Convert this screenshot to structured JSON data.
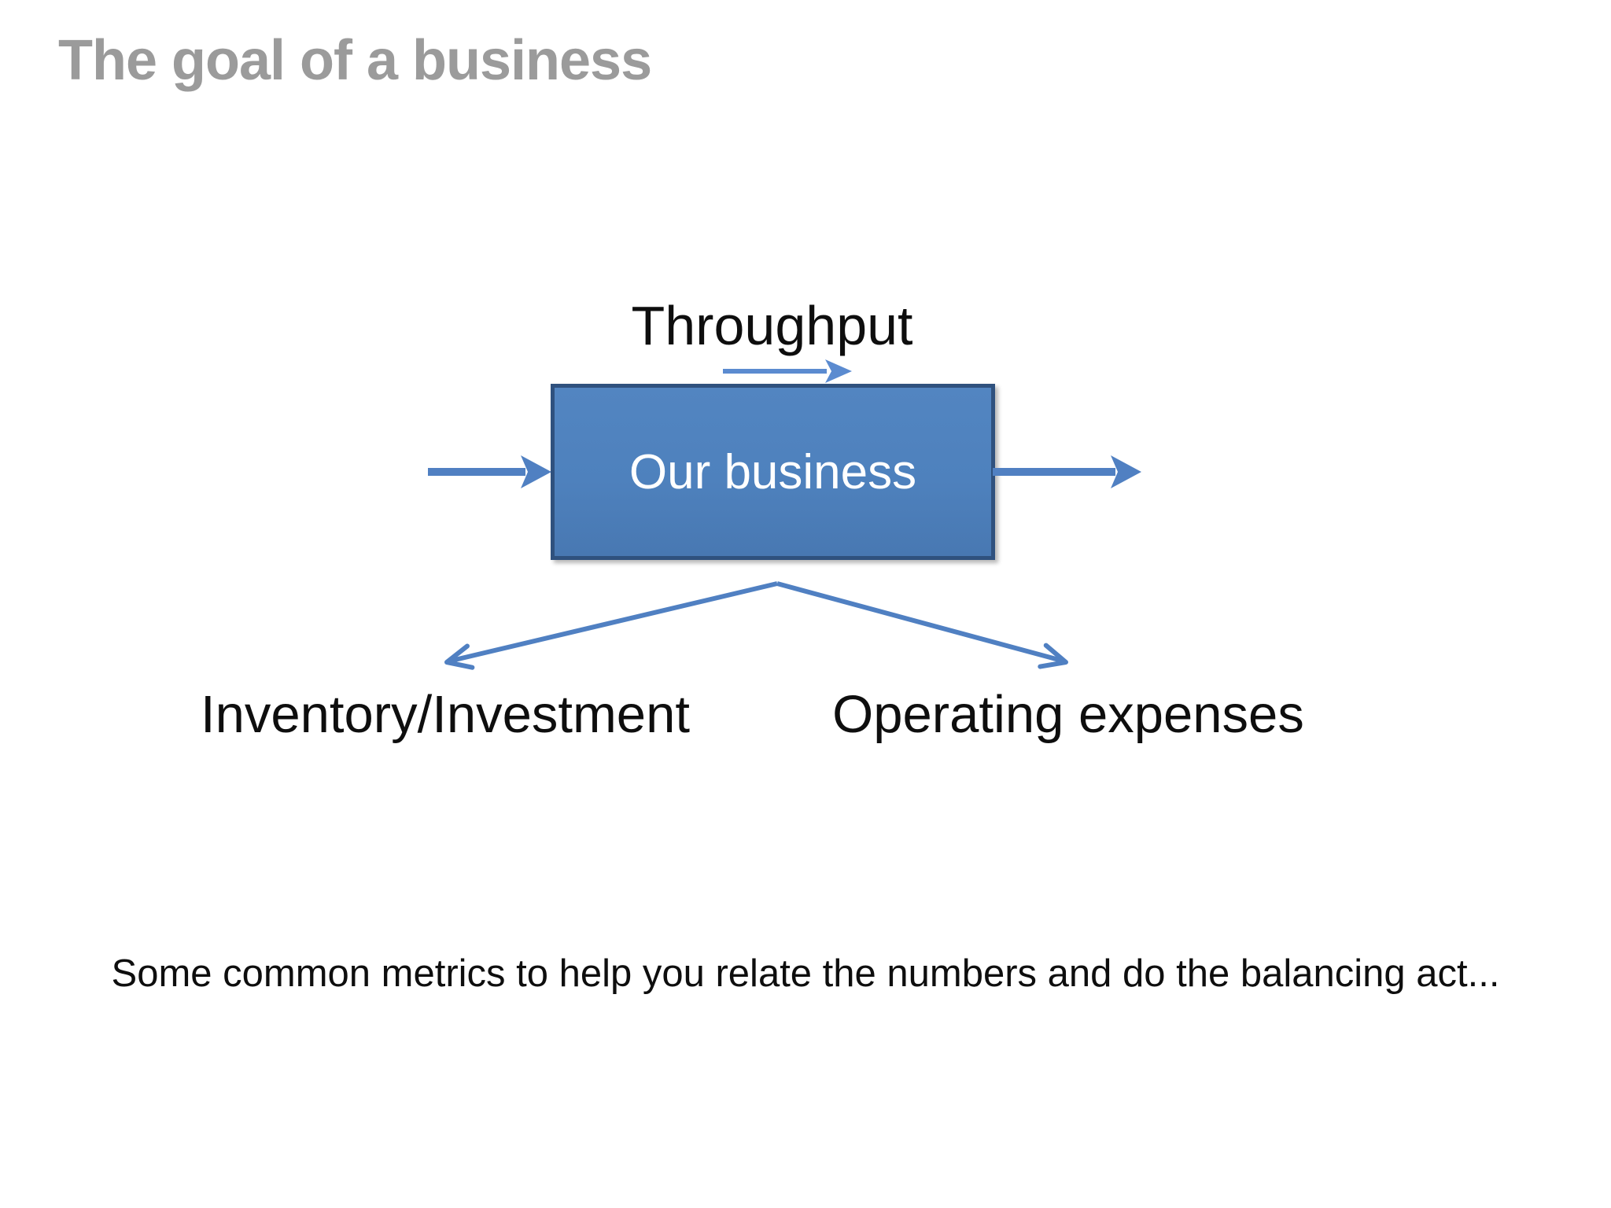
{
  "slide": {
    "title": "The goal of a business",
    "diagram": {
      "throughput_label": "Throughput",
      "box_label": "Our business",
      "inventory_label": "Inventory/Investment",
      "opex_label": "Operating expenses"
    },
    "footer": "Some common metrics to help you relate the numbers and do the balancing act...",
    "colors": {
      "title_gray": "#9B9B9B",
      "body_text": "#0E0E0E",
      "box_fill": "#4E81BD",
      "box_border": "#2F517E",
      "box_text": "#FFFFFF",
      "arrow_blue": "#5080C2",
      "small_arrow_blue": "#5B8BD0",
      "background": "#FFFFFF"
    }
  }
}
